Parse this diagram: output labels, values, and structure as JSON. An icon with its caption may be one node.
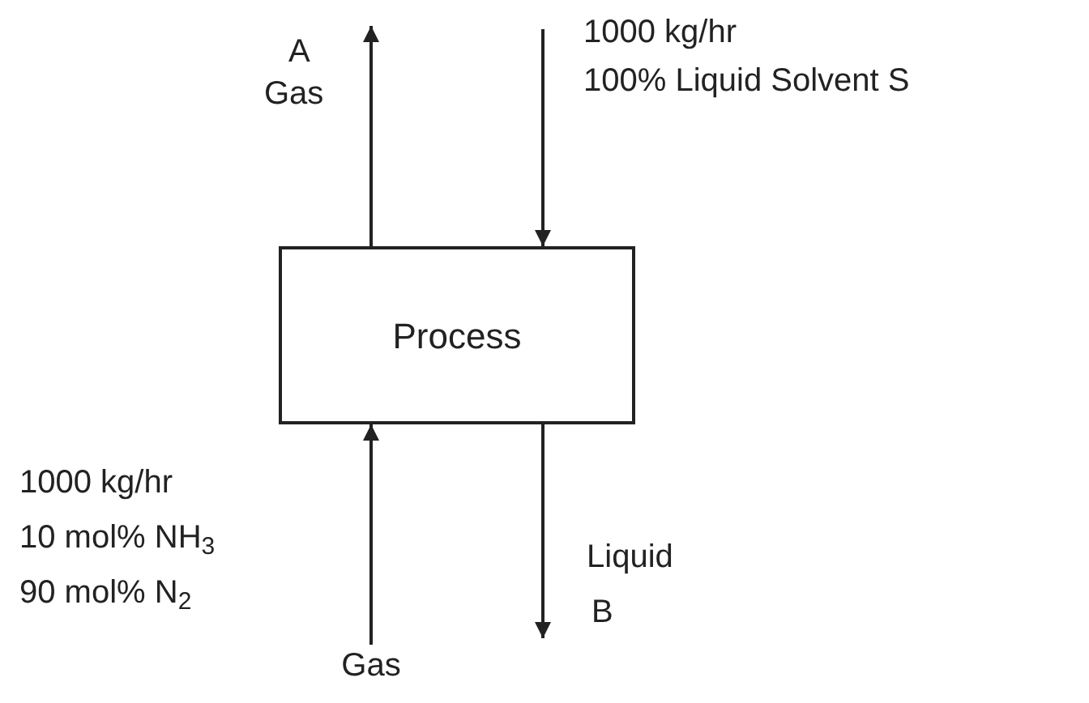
{
  "diagram": {
    "nodes": [
      {
        "text": [
          "Process"
        ]
      },
      {
        "text": [
          "Gas"
        ]
      }
    ],
    "edges": [
      {
        "from": 0,
        "to": null,
        "arrow": "to"
      },
      {
        "from": null,
        "to": 0,
        "arrow": "to"
      },
      {
        "from": 1,
        "to": 0,
        "arrow": "to"
      },
      {
        "from": 0,
        "to": null,
        "arrow": "to"
      }
    ],
    "labels": [
      "A",
      "Gas",
      "1000 kg/hr",
      "100% Liquid Solvent S",
      "1000 kg/hr",
      "10 mol% NH$_{3}$",
      "90 mol% N$_{2}$",
      "Liquid",
      "B"
    ]
  }
}
